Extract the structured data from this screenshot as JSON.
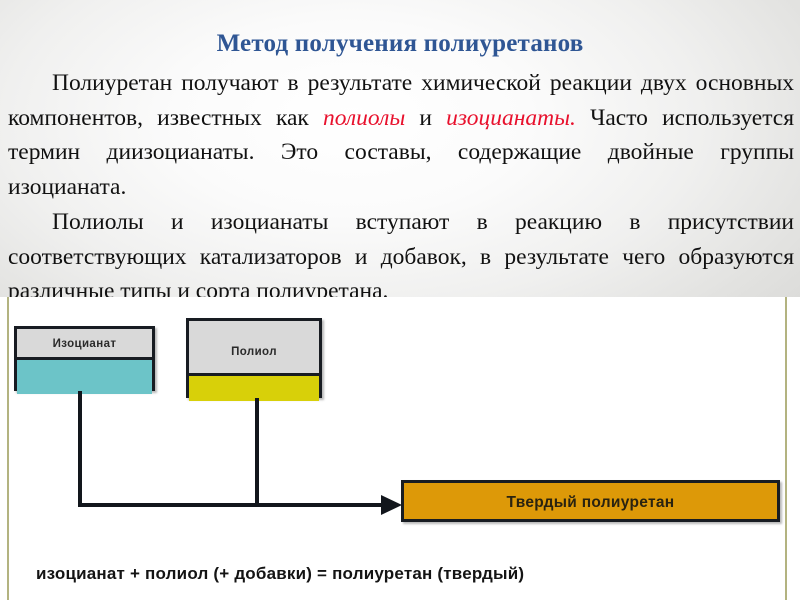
{
  "slide": {
    "title": "Метод получения полиуретанов",
    "paragraphs": [
      {
        "id": "p1",
        "runs": [
          {
            "text": "Полиуретан получают в результате химической реакции двух основных компонентов, известных как ",
            "style": "normal"
          },
          {
            "text": "полиолы",
            "style": "highlight"
          },
          {
            "text": " и ",
            "style": "normal"
          },
          {
            "text": "изоцианаты.",
            "style": "highlight"
          },
          {
            "text": " Часто используется термин диизоцианаты. Это составы, содержащие двойные группы изоцианата.",
            "style": "normal"
          }
        ]
      },
      {
        "id": "p2",
        "runs": [
          {
            "text": "Полиолы и изоцианаты вступают в реакцию в присутствии соответствующих катализаторов и добавок, в результате чего образуются различные типы и сорта полиуретана.",
            "style": "normal"
          }
        ]
      }
    ]
  },
  "diagram": {
    "boxes": {
      "isocyanate": {
        "label": "Изоцианат",
        "fill_color": "#6cc4c8",
        "header_color": "#d9d9d9"
      },
      "polyol": {
        "label": "Полиол",
        "fill_color": "#d8d009",
        "header_color": "#d9d9d9"
      },
      "product": {
        "label": "Твердый полиуретан",
        "fill_color": "#dd9908"
      }
    },
    "caption": "изоцианат + полиол (+ добавки) = полиуретан (твердый)",
    "connector_color": "#12161c"
  },
  "colors": {
    "title": "#2f5694",
    "highlight": "#e8112d",
    "panel_border": "#b3b380",
    "body_text": "#111111"
  }
}
